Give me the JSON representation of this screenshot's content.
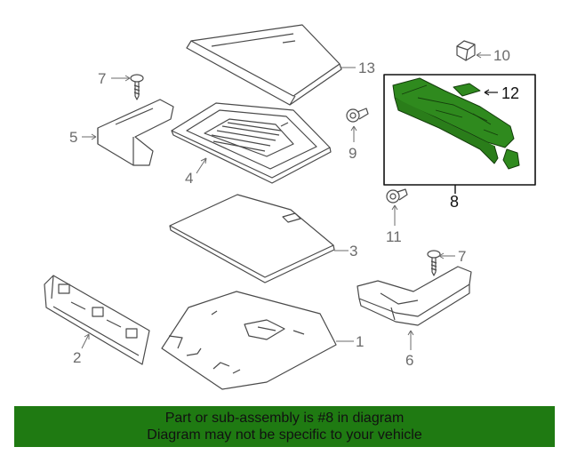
{
  "callouts": {
    "c1": "1",
    "c2": "2",
    "c3": "3",
    "c4": "4",
    "c5": "5",
    "c6": "6",
    "c7a": "7",
    "c7b": "7",
    "c8": "8",
    "c9": "9",
    "c10": "10",
    "c11": "11",
    "c12": "12",
    "c13": "13"
  },
  "banner": {
    "line1": "Part or sub-assembly is #8 in diagram",
    "line2": "Diagram may not be specific to your vehicle"
  },
  "colors": {
    "banner_bg": "#1f7a12",
    "highlight_part": "#2f8a1e",
    "line_art": "#4a4a4a",
    "callout_text": "#6b6b6b"
  }
}
